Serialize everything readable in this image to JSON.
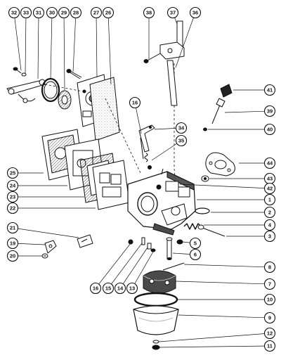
{
  "diagram": {
    "colors": {
      "ink": "#111111",
      "paper": "#ffffff",
      "callout_fill": "#ffffff",
      "shade": "#4a4a4a",
      "gasket": "#bdbdbd"
    },
    "callouts": [
      {
        "id": "c32",
        "label": "32"
      },
      {
        "id": "c33",
        "label": "33"
      },
      {
        "id": "c31",
        "label": "31"
      },
      {
        "id": "c30",
        "label": "30"
      },
      {
        "id": "c29",
        "label": "29"
      },
      {
        "id": "c28",
        "label": "28"
      },
      {
        "id": "c27",
        "label": "27"
      },
      {
        "id": "c26",
        "label": "26"
      },
      {
        "id": "c38",
        "label": "38"
      },
      {
        "id": "c37",
        "label": "37"
      },
      {
        "id": "c36",
        "label": "36"
      },
      {
        "id": "c41",
        "label": "41"
      },
      {
        "id": "c39",
        "label": "39"
      },
      {
        "id": "c40",
        "label": "40"
      },
      {
        "id": "c16a",
        "label": "16"
      },
      {
        "id": "c34",
        "label": "34"
      },
      {
        "id": "c35",
        "label": "35"
      },
      {
        "id": "c44",
        "label": "44"
      },
      {
        "id": "c43",
        "label": "43"
      },
      {
        "id": "c42",
        "label": "42"
      },
      {
        "id": "c1",
        "label": "1"
      },
      {
        "id": "c2",
        "label": "2"
      },
      {
        "id": "c4",
        "label": "4"
      },
      {
        "id": "c3",
        "label": "3"
      },
      {
        "id": "c5",
        "label": "5"
      },
      {
        "id": "c6",
        "label": "6"
      },
      {
        "id": "c25",
        "label": "25"
      },
      {
        "id": "c24",
        "label": "24"
      },
      {
        "id": "c23",
        "label": "23"
      },
      {
        "id": "c22",
        "label": "22"
      },
      {
        "id": "c21",
        "label": "21"
      },
      {
        "id": "c19",
        "label": "19"
      },
      {
        "id": "c20",
        "label": "20"
      },
      {
        "id": "c16b",
        "label": "16"
      },
      {
        "id": "c15",
        "label": "15"
      },
      {
        "id": "c14",
        "label": "14"
      },
      {
        "id": "c13",
        "label": "13"
      },
      {
        "id": "c8",
        "label": "8"
      },
      {
        "id": "c7",
        "label": "7"
      },
      {
        "id": "c10",
        "label": "10"
      },
      {
        "id": "c9",
        "label": "9"
      },
      {
        "id": "c12",
        "label": "12"
      },
      {
        "id": "c11",
        "label": "11"
      }
    ]
  }
}
